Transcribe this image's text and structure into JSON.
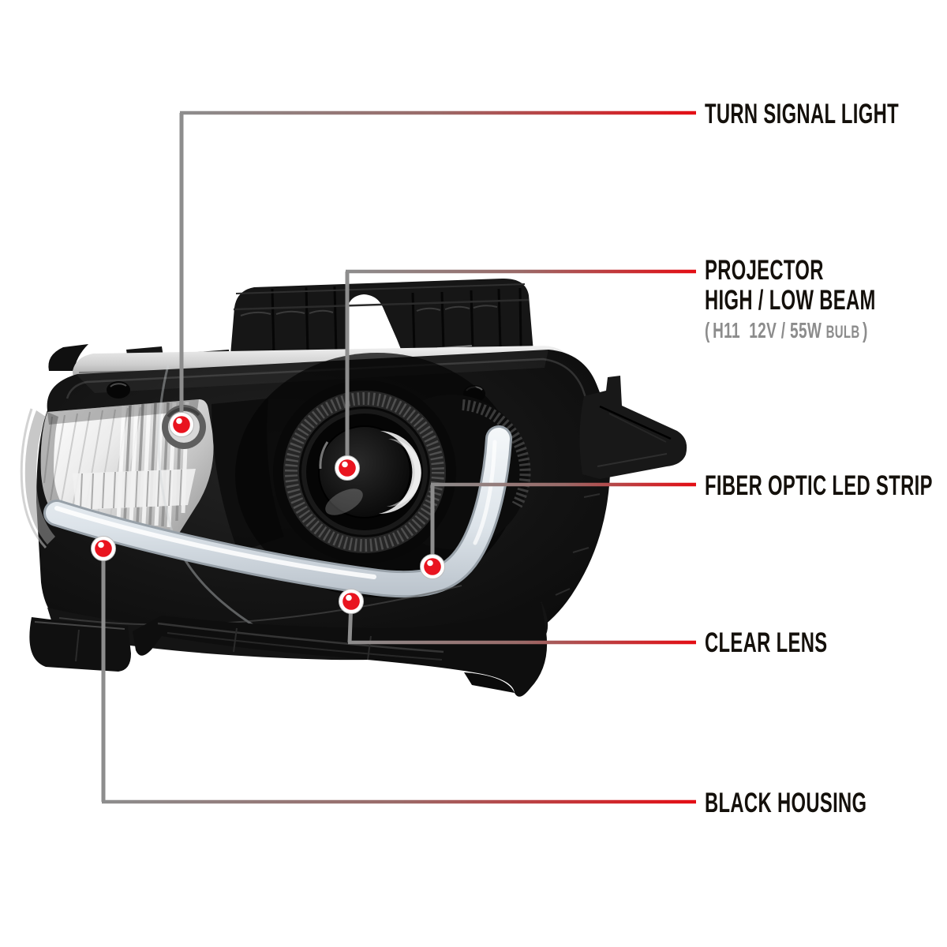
{
  "diagram_title": "projector headlight feature callout diagram",
  "colors": {
    "background": "#ffffff",
    "label_text": "#14100b",
    "spec_text": "#8c8c8c",
    "line_gray": "#8d8d8d",
    "line_red": "#e40d14",
    "dot_red": "#e9141f",
    "led_strip": "#dde4ea",
    "housing_black": "#111111"
  },
  "callouts": {
    "turn_signal": {
      "label": "TURN SIGNAL LIGHT"
    },
    "projector": {
      "label_line1": "PROJECTOR",
      "label_line2": "HIGH / LOW BEAM",
      "spec_open": "(",
      "spec_main": "H11  12V / 55W",
      "spec_bulb": "BULB",
      "spec_close": ")"
    },
    "fiber_optic": {
      "label": "FIBER OPTIC LED STRIP"
    },
    "clear_lens": {
      "label": "CLEAR LENS"
    },
    "black_housing": {
      "label": "BLACK HOUSING"
    }
  }
}
